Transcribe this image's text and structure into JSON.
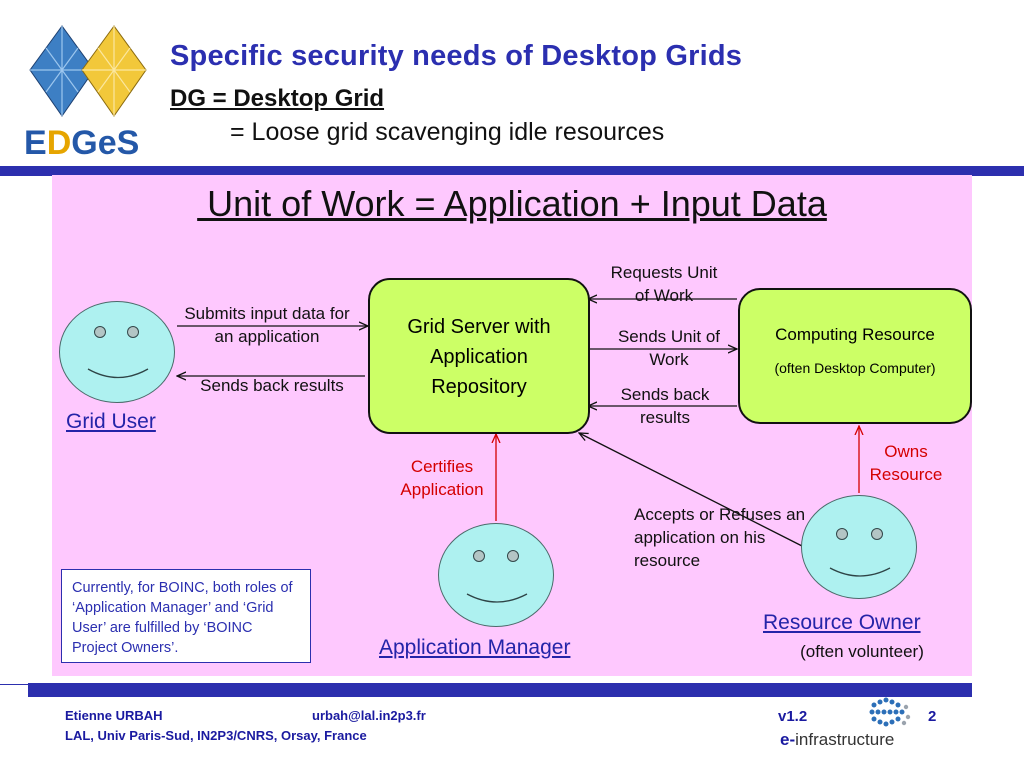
{
  "header": {
    "logo_text": "EDGeS",
    "title_line1": "Specific security needs of Desktop Grids",
    "title_line2": "DG = Desktop Grid",
    "title_line3": "= Loose grid scavenging idle resources"
  },
  "diagram": {
    "panel_title": " Unit of Work = Application + Input Data",
    "nodes": {
      "grid_server": "Grid Server with Application Repository",
      "computing_resource": "Computing Resource",
      "computing_resource_sub": "(often Desktop Computer)"
    },
    "actors": {
      "grid_user": "Grid User",
      "application_manager": "Application Manager",
      "resource_owner": "Resource Owner",
      "resource_owner_sub": "(often volunteer)"
    },
    "edges": {
      "submits": "Submits input data for an application",
      "sends_back_results_user": "Sends back results",
      "requests_unit": "Requests Unit of Work",
      "sends_unit": "Sends Unit of Work",
      "sends_back_results_server": "Sends back results",
      "certifies": "Certifies Application",
      "owns": "Owns Resource",
      "accepts": "Accepts or Refuses an application on his resource"
    },
    "note": "Currently, for BOINC, both roles of ‘Application Manager’ and ‘Grid User’ are fulfilled by ‘BOINC Project Owners’.",
    "colors": {
      "panel_bg": "#fec8fe",
      "box_fill": "#ccff66",
      "face_fill": "#aef1f0",
      "accent_blue": "#2c2fae",
      "red_arrow": "#d40000"
    }
  },
  "footer": {
    "author": "Etienne URBAH",
    "email": "urbah@lal.in2p3.fr",
    "affiliation": "LAL, Univ Paris-Sud, IN2P3/CNRS, Orsay, France",
    "version": "v1.2",
    "page": "2",
    "einfra_prefix": "e-",
    "einfra_suffix": "infrastructure"
  }
}
